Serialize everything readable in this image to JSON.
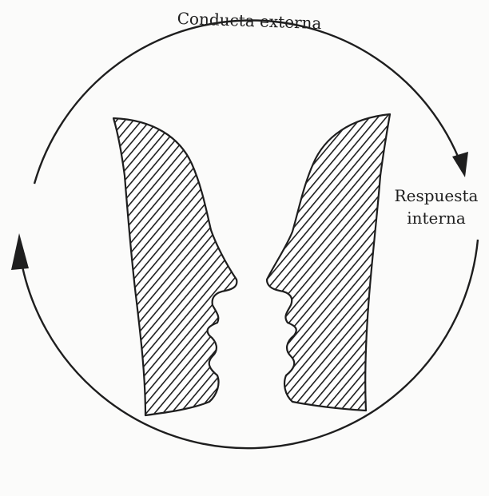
{
  "diagram": {
    "top_label": "Conducta externa",
    "right_label_line1": "Respuesta",
    "right_label_line2": "interna"
  },
  "colors": {
    "ink": "#1e1e1e",
    "paper": "#fbfbfa"
  }
}
